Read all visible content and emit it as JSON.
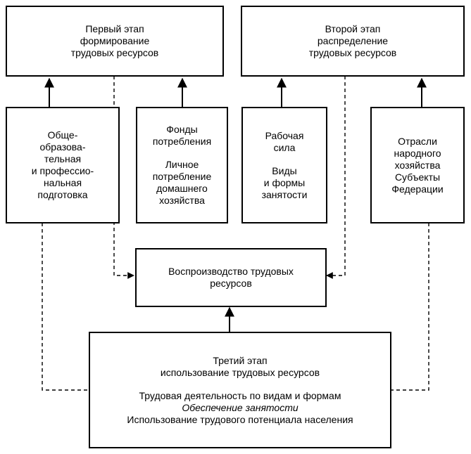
{
  "stage1": {
    "lines": [
      "Первый этап",
      "формирование",
      "трудовых ресурсов"
    ]
  },
  "stage2": {
    "lines": [
      "Второй этап",
      "распределение",
      "трудовых ресурсов"
    ]
  },
  "education": {
    "lines": [
      "Обще-",
      "образова-",
      "тельная",
      "и профессио-",
      "нальная",
      "подготовка"
    ]
  },
  "consumption": {
    "group1": [
      "Фонды",
      "потребления"
    ],
    "group2": [
      "Личное",
      "потребление",
      "домашнего",
      "хозяйства"
    ]
  },
  "workforce": {
    "group1": [
      "Рабочая",
      "сила"
    ],
    "group2": [
      "Виды",
      "и формы",
      "занятости"
    ]
  },
  "sectors": {
    "lines": [
      "Отрасли",
      "народного",
      "хозяйства",
      "Субъекты",
      "Федерации"
    ]
  },
  "reproduction": {
    "lines": [
      "Воспроизводство трудовых",
      "ресурсов"
    ]
  },
  "stage3": {
    "title": [
      "Третий этап",
      "использование трудовых ресурсов"
    ],
    "details": [
      "Трудовая деятельность по видам и формам",
      "Обеспечение занятости",
      "Использование трудового потенциала населения"
    ]
  }
}
